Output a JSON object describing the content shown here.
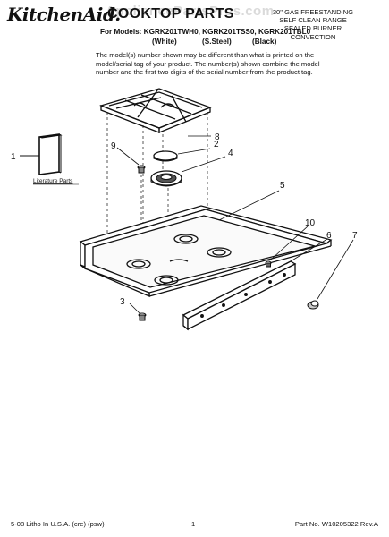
{
  "header": {
    "brand": "KitchenAid.",
    "title": "COOKTOP PARTS",
    "watermark": "AppliancePartsPros.com",
    "models_line": "For Models: KGRK201TWH0, KGRK201TSS0, KGRK201TBL0",
    "variants": [
      "(White)",
      "(S.Steel)",
      "(Black)"
    ],
    "description": [
      "30\" GAS FREESTANDING",
      "SELF CLEAN RANGE",
      "SEALED BURNER",
      "CONVECTION"
    ]
  },
  "note": [
    "The model(s) number shown may be different than what is printed on the",
    "model/serial tag of your product. The number(s) shown combine the model",
    "number and the first two digits of the serial number from the product tag."
  ],
  "diagram": {
    "callouts": [
      "1",
      "2",
      "3",
      "4",
      "5",
      "6",
      "7",
      "8",
      "9",
      "10"
    ],
    "literature_label": "Literature Parts",
    "parts": [
      "literature",
      "grate",
      "burner-cap",
      "burner-base",
      "screw",
      "cooktop",
      "control-panel",
      "knob",
      "fastener"
    ]
  },
  "footer": {
    "left": "5-08 Litho In U.S.A. (cre) (psw)",
    "center": "1",
    "right": "Part No. W10205322 Rev.A"
  }
}
